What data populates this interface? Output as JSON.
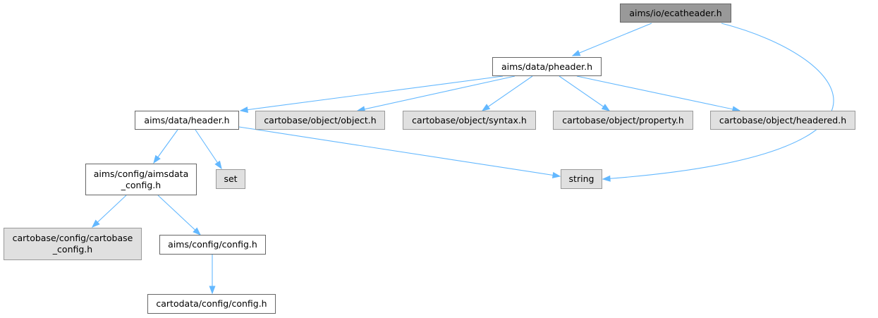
{
  "diagram": {
    "edge_color": "#63b8ff",
    "node_fill_colors": {
      "root": "#999999",
      "documented": "#ffffff",
      "external": "#e0e0e0"
    },
    "nodes": {
      "ecatheader": {
        "label": "aims/io/ecatheader.h",
        "kind": "root"
      },
      "pheader": {
        "label": "aims/data/pheader.h",
        "kind": "documented"
      },
      "header": {
        "label": "aims/data/header.h",
        "kind": "documented"
      },
      "object": {
        "label": "cartobase/object/object.h",
        "kind": "external"
      },
      "syntax": {
        "label": "cartobase/object/syntax.h",
        "kind": "external"
      },
      "property": {
        "label": "cartobase/object/property.h",
        "kind": "external"
      },
      "headered": {
        "label": "cartobase/object/headered.h",
        "kind": "external"
      },
      "aimsdata_config": {
        "label": "aims/config/aimsdata\n_config.h",
        "kind": "documented"
      },
      "set": {
        "label": "set",
        "kind": "external"
      },
      "string": {
        "label": "string",
        "kind": "external"
      },
      "cartobase_config": {
        "label": "cartobase/config/cartobase\n_config.h",
        "kind": "external"
      },
      "aims_config": {
        "label": "aims/config/config.h",
        "kind": "documented"
      },
      "cartodata_config": {
        "label": "cartodata/config/config.h",
        "kind": "documented"
      }
    },
    "edges": [
      {
        "from": "ecatheader",
        "to": "pheader"
      },
      {
        "from": "ecatheader",
        "to": "string"
      },
      {
        "from": "pheader",
        "to": "header"
      },
      {
        "from": "pheader",
        "to": "object"
      },
      {
        "from": "pheader",
        "to": "syntax"
      },
      {
        "from": "pheader",
        "to": "property"
      },
      {
        "from": "pheader",
        "to": "headered"
      },
      {
        "from": "header",
        "to": "aimsdata_config"
      },
      {
        "from": "header",
        "to": "set"
      },
      {
        "from": "header",
        "to": "string"
      },
      {
        "from": "aimsdata_config",
        "to": "cartobase_config"
      },
      {
        "from": "aimsdata_config",
        "to": "aims_config"
      },
      {
        "from": "aims_config",
        "to": "cartodata_config"
      }
    ]
  }
}
